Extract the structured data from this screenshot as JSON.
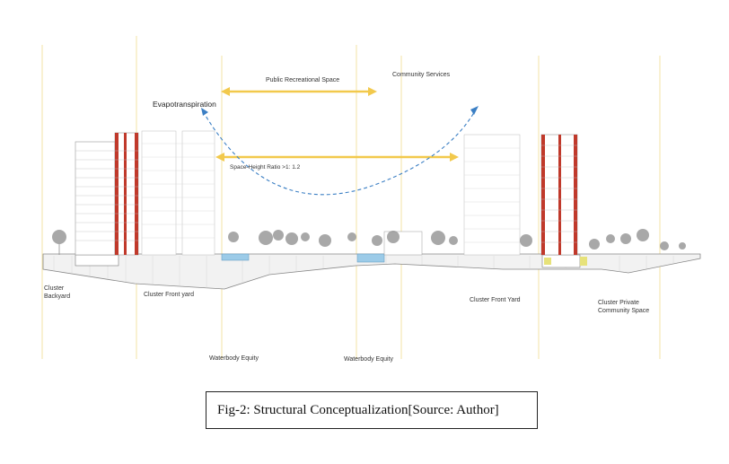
{
  "labels": {
    "public_recreational_space": "Public Recreational Space",
    "community_services": "Community Services",
    "evapotranspiration": "Evapotranspiration",
    "space_height_ratio": "Space-Height Ratio >1: 1.2",
    "cluster_backyard_line1": "Cluster",
    "cluster_backyard_line2": "Backyard",
    "cluster_front_yard_left": "Cluster Front yard",
    "cluster_front_yard_right": "Cluster Front Yard",
    "cluster_private_line1": "Cluster Private",
    "cluster_private_line2": "Community Space",
    "waterbody_equity_left": "Waterbody Equity",
    "waterbody_equity_right": "Waterbody Equity"
  },
  "caption": "Fig-2: Structural Conceptualization[Source: Author]",
  "colors": {
    "arrow_yellow": "#f2c94c",
    "evapo_blue": "#3b7fc4",
    "guide_line": "#f3e3a6",
    "building_red": "#c0392b",
    "water_blue": "#9ccbe8",
    "ground_gray": "#b9b9b9"
  }
}
